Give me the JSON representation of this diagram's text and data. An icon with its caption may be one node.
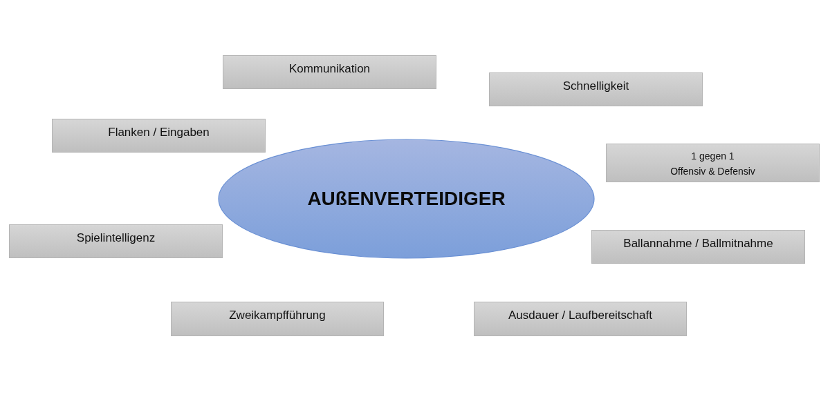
{
  "diagram": {
    "nodes": [
      {
        "text": [
          "AUßENVERTEIDIGER"
        ]
      },
      {
        "text": [
          "Kommunikation"
        ]
      },
      {
        "text": [
          "Schnelligkeit"
        ]
      },
      {
        "text": [
          "Flanken / Eingaben"
        ]
      },
      {
        "text": [
          "1 gegen 1",
          "Offensiv & Defensiv"
        ]
      },
      {
        "text": [
          "Spielintelligenz"
        ]
      },
      {
        "text": [
          "Ballannahme / Ballmitnahme"
        ]
      },
      {
        "text": [
          "Zweikampfführung"
        ]
      },
      {
        "text": [
          "Ausdauer / Laufbereitschaft"
        ]
      }
    ],
    "edges": []
  }
}
